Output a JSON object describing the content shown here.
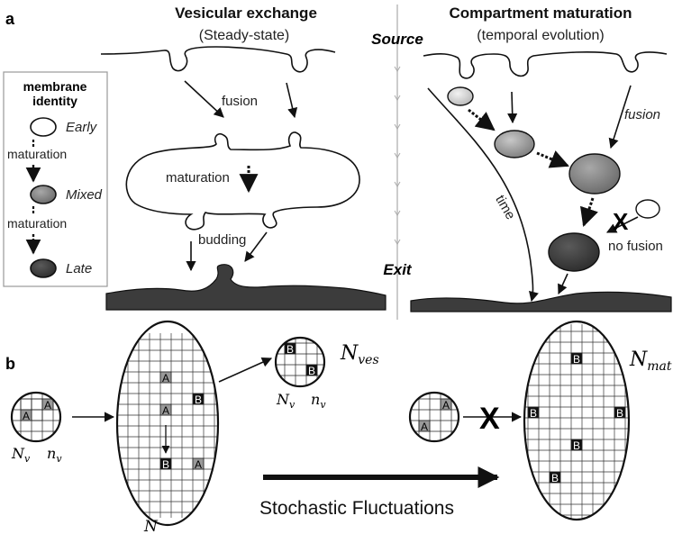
{
  "panel_a": {
    "panel_label": "a",
    "legend": {
      "title_line1": "membrane",
      "title_line2": "identity",
      "early": "Early",
      "maturation_1": "maturation",
      "mixed": "Mixed",
      "maturation_2": "maturation",
      "late": "Late"
    },
    "left": {
      "title": "Vesicular exchange",
      "subtitle": "(Steady-state)",
      "fusion": "fusion",
      "maturation": "maturation",
      "budding": "budding"
    },
    "center": {
      "source": "Source",
      "exit": "Exit"
    },
    "right": {
      "title": "Compartment maturation",
      "subtitle": "(temporal evolution)",
      "fusion": "fusion",
      "time": "time",
      "no_fusion": "no fusion",
      "cross": "X"
    }
  },
  "panel_b": {
    "panel_label": "b",
    "left_vesicle": {
      "cells": [
        "A",
        "A"
      ],
      "label_Nv": "N",
      "label_Nv_sub": "v",
      "label_nv": "n",
      "label_nv_sub": "v"
    },
    "top_vesicle": {
      "cells": [
        "B",
        "B"
      ],
      "label_Nv": "N",
      "label_Nv_sub": "v",
      "label_nv": "n",
      "label_nv_sub": "v",
      "pop_label": "N",
      "pop_label_sub": "ves"
    },
    "compartment": {
      "cells": [
        "A",
        "B",
        "A",
        "B",
        "A"
      ],
      "label": "N"
    },
    "mat_vesicle": {
      "cells": [
        "A",
        "A"
      ],
      "cross": "X"
    },
    "mat_compartment": {
      "cells": [
        "B",
        "B",
        "B",
        "B",
        "B"
      ],
      "label": "N",
      "label_sub": "mat"
    },
    "caption": "Stochastic Fluctuations"
  },
  "colors": {
    "early": "#ffffff",
    "mixed": "#8a8a8a",
    "late": "#3a3a3a",
    "cell_a": "#9a9a9a",
    "cell_b": "#111111"
  }
}
